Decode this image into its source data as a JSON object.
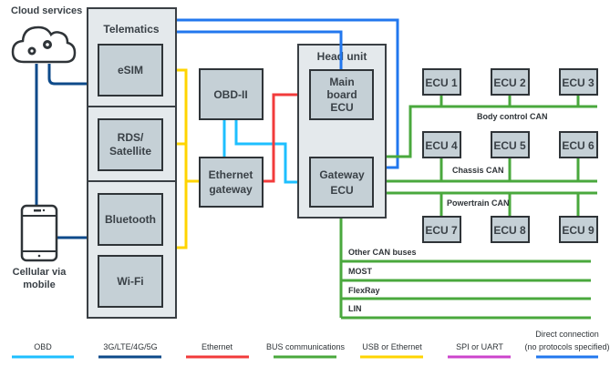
{
  "colors": {
    "obd": "#1ebfff",
    "cellular": "#0d4a8a",
    "ethernet": "#f23b3b",
    "bus": "#4aa83d",
    "usb": "#ffd400",
    "spi": "#cc44cc",
    "direct": "#2277ee"
  },
  "external": {
    "cloud_label": "Cloud services",
    "mobile_label_1": "Cellular via",
    "mobile_label_2": "mobile"
  },
  "telematics": {
    "title": "Telematics",
    "esim": "eSIM",
    "rds_1": "RDS/",
    "rds_2": "Satellite",
    "bluetooth": "Bluetooth",
    "wifi": "Wi-Fi"
  },
  "center": {
    "obd": "OBD-II",
    "eth_gw_1": "Ethernet",
    "eth_gw_2": "gateway"
  },
  "head_unit": {
    "title": "Head unit",
    "main_1": "Main",
    "main_2": "board",
    "main_3": "ECU",
    "gw_1": "Gateway",
    "gw_2": "ECU"
  },
  "ecus": [
    "ECU 1",
    "ECU 2",
    "ECU 3",
    "ECU 4",
    "ECU 5",
    "ECU 6",
    "ECU 7",
    "ECU 8",
    "ECU 9"
  ],
  "buses": {
    "body": "Body control CAN",
    "chassis": "Chassis CAN",
    "powertrain": "Powertrain CAN",
    "other": [
      "Other CAN buses",
      "MOST",
      "FlexRay",
      "LIN"
    ]
  },
  "legend": [
    {
      "label": "OBD",
      "color": "#1ebfff"
    },
    {
      "label": "3G/LTE/4G/5G",
      "color": "#0d4a8a"
    },
    {
      "label": "Ethernet",
      "color": "#f23b3b"
    },
    {
      "label": "BUS communications",
      "color": "#4aa83d"
    },
    {
      "label": "USB or Ethernet",
      "color": "#ffd400"
    },
    {
      "label": "SPI or UART",
      "color": "#cc44cc"
    },
    {
      "label": "Direct connection",
      "label2": "(no protocols specified)",
      "color": "#2277ee"
    }
  ]
}
